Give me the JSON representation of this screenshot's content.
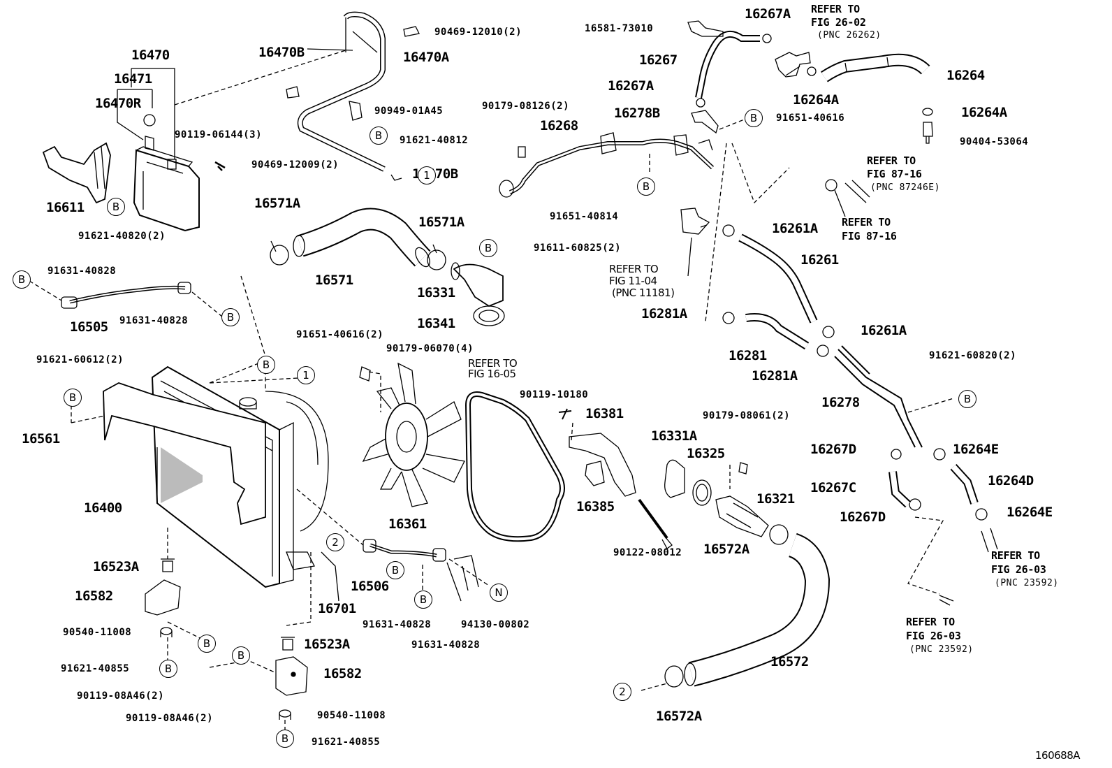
{
  "figure_code": "160688A",
  "part_labels": {
    "p16470": "16470",
    "p16471": "16471",
    "p16470R": "16470R",
    "p16611": "16611",
    "p91621_40820": "91621-40820(2)",
    "p90119_06144": "90119-06144(3)",
    "p16470B_top": "16470B",
    "p16470A": "16470A",
    "p90469_12010": "90469-12010(2)",
    "p90949_01A45": "90949-01A45",
    "p91621_40812": "91621-40812",
    "p90469_12009": "90469-12009(2)",
    "p16470B_bot": "16470B",
    "p16571A_l": "16571A",
    "p16571": "16571",
    "p16571A_r": "16571A",
    "p91611_60825": "91611-60825(2)",
    "p16331": "16331",
    "p16341": "16341",
    "p91631_40828_a": "91631-40828",
    "p16505": "16505",
    "p91631_40828_b": "91631-40828",
    "p91651_40616_2": "91651-40616(2)",
    "p91621_60612": "91621-60612(2)",
    "p16561": "16561",
    "p16400": "16400",
    "p16523A_a": "16523A",
    "p16582_a": "16582",
    "p90540_11008_a": "90540-11008",
    "p91621_40855_a": "91621-40855",
    "p90119_08A46_a": "90119-08A46(2)",
    "p90119_08A46_b": "90119-08A46(2)",
    "p16523A_b": "16523A",
    "p16582_b": "16582",
    "p90540_11008_b": "90540-11008",
    "p91621_40855_b": "91621-40855",
    "p16701": "16701",
    "p16506": "16506",
    "p91631_40828_c": "91631-40828",
    "p91631_40828_d": "91631-40828",
    "p94130_00802": "94130-00802",
    "p90179_06070": "90179-06070(4)",
    "p16361": "16361",
    "p90119_10180": "90119-10180",
    "p16381": "16381",
    "p16385": "16385",
    "p90122_08012": "90122-08012",
    "p16331A": "16331A",
    "p16325": "16325",
    "p90179_08061": "90179-08061(2)",
    "p16321": "16321",
    "p16572A_a": "16572A",
    "p16572": "16572",
    "p16572A_b": "16572A",
    "p16581_73010": "16581-73010",
    "p16267A_top": "16267A",
    "p16267": "16267",
    "p16267A_mid": "16267A",
    "p16264A_a": "16264A",
    "p16264": "16264",
    "p16278B": "16278B",
    "p91651_40616": "91651-40616",
    "p90179_08126": "90179-08126(2)",
    "p16268": "16268",
    "p91651_40814": "91651-40814",
    "p16264A_b": "16264A",
    "p90404_53064": "90404-53064",
    "p16261A_a": "16261A",
    "p16261": "16261",
    "p16281A_a": "16281A",
    "p16261A_b": "16261A",
    "p16281": "16281",
    "p16281A_b": "16281A",
    "p91621_60820": "91621-60820(2)",
    "p16278": "16278",
    "p16267D_a": "16267D",
    "p16264E_a": "16264E",
    "p16267C": "16267C",
    "p16264D": "16264D",
    "p16267D_b": "16267D",
    "p16264E_b": "16264E"
  },
  "references": {
    "r1_l1": "REFER TO",
    "r1_l2": "FIG 26-02",
    "r1_l3": "(PNC 26262)",
    "r2_l1": "REFER TO",
    "r2_l2": "FIG 87-16",
    "r2_l3": "(PNC 87246E)",
    "r3_l1": "REFER TO",
    "r3_l2": "FIG 87-16",
    "r4_l1": "REFER TO",
    "r4_l2": "FIG 11-04",
    "r4_l3": "(PNC 11181)",
    "r5_l1": "REFER TO",
    "r5_l2": "FIG 16-05",
    "r6_l1": "REFER TO",
    "r6_l2": "FIG 26-03",
    "r6_l3": "(PNC 23592)",
    "r7_l1": "REFER TO",
    "r7_l2": "FIG 26-03",
    "r7_l3": "(PNC 23592)"
  },
  "callouts": {
    "b": "B",
    "n": "N",
    "one": "1",
    "two": "2"
  }
}
